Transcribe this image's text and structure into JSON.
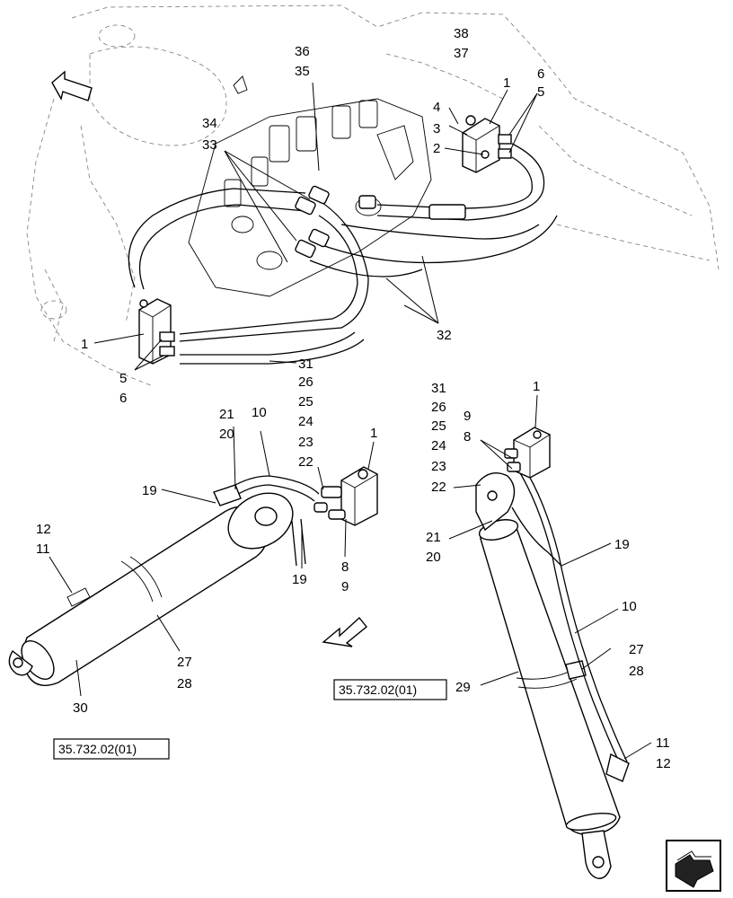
{
  "labels": {
    "top": [
      "38",
      "37",
      "1",
      "6",
      "5",
      "4",
      "3",
      "2",
      "36",
      "35",
      "34",
      "33",
      "32",
      "1",
      "5",
      "6",
      "31"
    ],
    "left_group": [
      "26",
      "25",
      "24",
      "23",
      "22",
      "21",
      "20",
      "10",
      "1",
      "19",
      "12",
      "11",
      "19",
      "8",
      "9",
      "27",
      "28",
      "30"
    ],
    "right_group": [
      "31",
      "26",
      "25",
      "24",
      "23",
      "22",
      "1",
      "9",
      "8",
      "21",
      "20",
      "19",
      "10",
      "27",
      "28",
      "29",
      "11",
      "12"
    ]
  },
  "references": [
    "35.732.02(01)",
    "35.732.02(01)"
  ],
  "icons": [
    "direction-arrow-icon",
    "nav-arrow-icon"
  ]
}
